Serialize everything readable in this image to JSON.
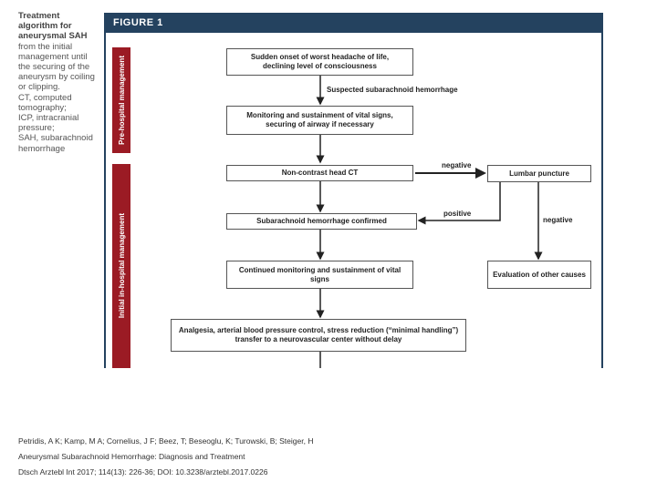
{
  "caption": {
    "title_lines": [
      "Treatment",
      "algorithm for",
      "aneurysmal SAH"
    ],
    "body_lines": [
      "from the initial",
      "management until",
      "the securing of the",
      "aneurysm by coiling",
      "or clipping.",
      "CT, computed",
      "tomography;",
      "ICP, intracranial",
      "pressure;",
      "SAH, subarachnoid",
      "hemorrhage"
    ]
  },
  "figure": {
    "title": "FIGURE 1",
    "phases": {
      "pre_hospital": "Pre-hospital management",
      "in_hospital": "Initial in-hospital management"
    },
    "boxes": {
      "onset": [
        "Sudden onset of worst headache of life,",
        "declining level of consciousness"
      ],
      "monitoring": [
        "Monitoring and sustainment of vital signs,",
        "securing of airway if necessary"
      ],
      "ct": [
        "Non-contrast head CT"
      ],
      "lumbar": [
        "Lumbar puncture"
      ],
      "sah_confirmed": [
        "Subarachnoid hemorrhage confirmed"
      ],
      "continued": [
        "Continued monitoring and sustainment of vital signs"
      ],
      "other_causes": [
        "Evaluation of other causes"
      ],
      "analgesia": [
        "Analgesia, arterial blood pressure control, stress reduction (“minimal handling”)",
        "transfer to a neurovascular center without delay"
      ]
    },
    "edge_labels": {
      "suspected": "Suspected subarachnoid hemorrhage",
      "negative_ct": "negative",
      "positive_lp": "positive",
      "negative_lp": "negative"
    }
  },
  "citation": {
    "authors": "Petridis, A K; Kamp, M A; Cornelius, J F; Beez, T; Beseoglu, K; Turowski, B; Steiger, H",
    "title": "Aneurysmal Subarachnoid Hemorrhage: Diagnosis and Treatment",
    "journal": "Dtsch Arztebl Int 2017; 114(13): 226-36; DOI: 10.3238/arztebl.2017.0226"
  },
  "colors": {
    "header": "#24425f",
    "phase_bar": "#9b1b24"
  }
}
